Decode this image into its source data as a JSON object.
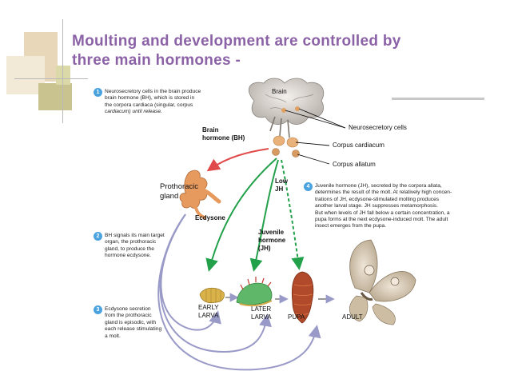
{
  "title": {
    "line1": "Moulting and development are controlled by",
    "line2": "three main hormones -"
  },
  "steps": [
    {
      "number": "1",
      "text_lines": [
        "Neurosecretory cells in the brain produce",
        "brain hormone (BH), which is stored in",
        "the corpora cardiaca (singular, corpus",
        "cardiacum) until release."
      ]
    },
    {
      "number": "2",
      "text_lines": [
        "BH signals its main target",
        "organ, the prothoracic",
        "gland, to produce the",
        "hormone ecdysone."
      ]
    },
    {
      "number": "3",
      "text_lines": [
        "Ecdysone secretion",
        "from the prothoracic",
        "gland is episodic, with",
        "each release stimulating",
        "a molt."
      ]
    },
    {
      "number": "4",
      "text_lines": [
        "Juvenile hormone (JH), secreted by the corpora allata,",
        "determines the result of the molt. At relatively high concen-",
        "trations of JH, ecdysone-stimulated molting produces",
        "another larval stage. JH suppresses metamorphosis.",
        "But when levels of JH fall below a certain concentration, a",
        "pupa forms at the next ecdysone-induced molt. The adult",
        "insect emerges from the pupa."
      ]
    }
  ],
  "labels": {
    "brain": "Brain",
    "neurosecretory": "Neurosecretory cells",
    "corpus_cardiacum": "Corpus cardiacum",
    "corpus_allatum": "Corpus allatum",
    "brain_hormone_1": "Brain",
    "brain_hormone_2": "hormone (BH)",
    "prothoracic_1": "Prothoracic",
    "prothoracic_2": "gland",
    "ecdysone": "Ecdysone",
    "low_jh_1": "Low",
    "low_jh_2": "JH",
    "juvenile_1": "Juvenile",
    "juvenile_2": "hormone",
    "juvenile_3": "(JH)",
    "early_larva_1": "EARLY",
    "early_larva_2": "LARVA",
    "later_larva_1": "LATER",
    "later_larva_2": "LARVA",
    "pupa": "PUPA",
    "adult": "ADULT"
  },
  "colors": {
    "title": "#8b62a6",
    "step_badge": "#4aa3df",
    "bh_arrow": "#e04a4a",
    "jh_arrow": "#22a04a",
    "ecdysone_arrow": "#9a9ac8"
  }
}
